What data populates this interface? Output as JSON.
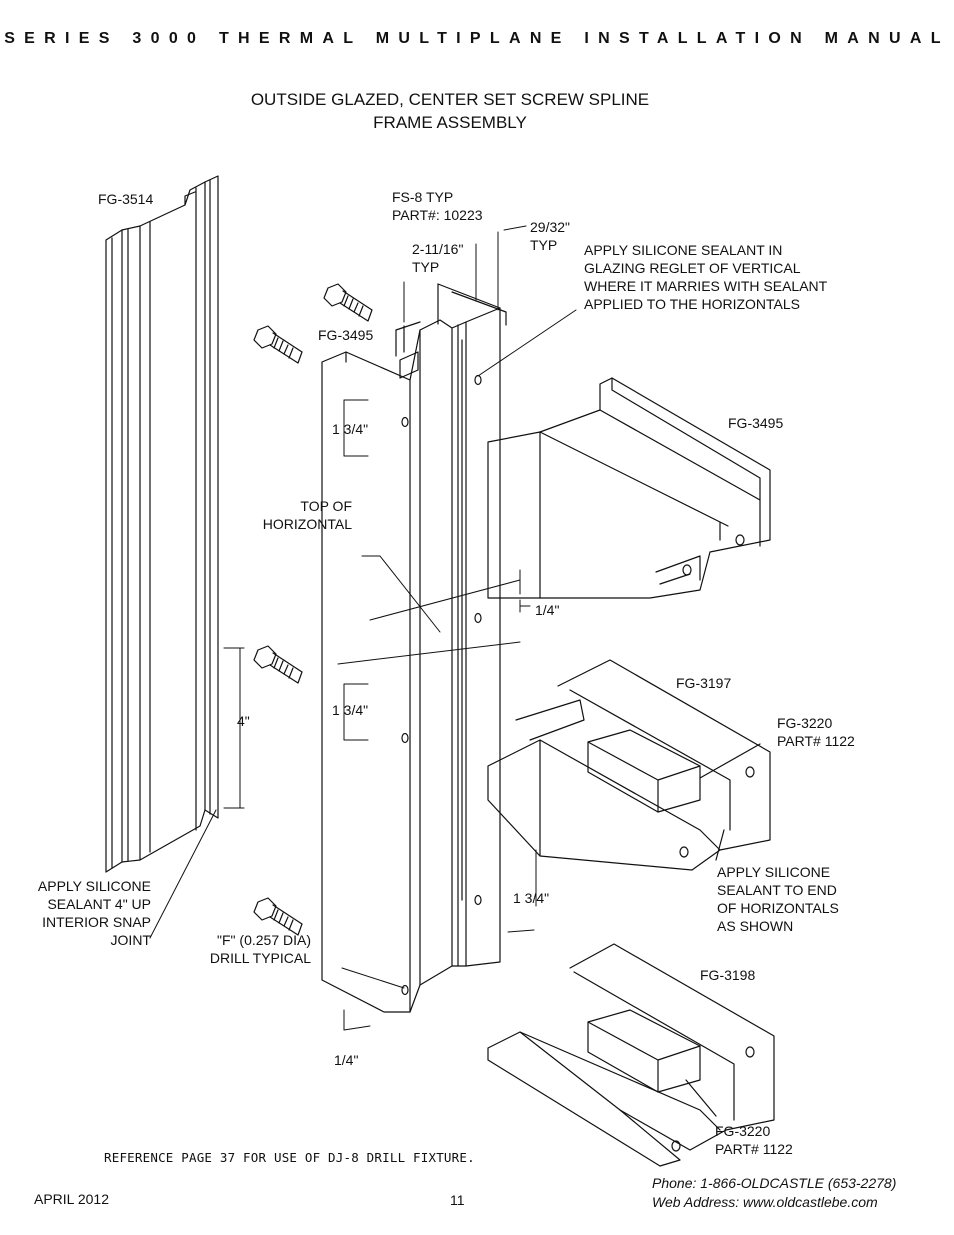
{
  "header": {
    "manual_title": "SERIES 3000 THERMAL MULTIPLANE INSTALLATION MANUAL"
  },
  "drawing": {
    "title_line1": "OUTSIDE GLAZED, CENTER SET SCREW SPLINE",
    "title_line2": "FRAME ASSEMBLY"
  },
  "labels": {
    "fg3514": "FG-3514",
    "fs8_line1": "FS-8 TYP",
    "fs8_line2": "PART#: 10223",
    "dim_2_11_16_line1": "2-11/16\"",
    "dim_2_11_16_line2": "TYP",
    "dim_29_32_line1": "29/32\"",
    "dim_29_32_line2": "TYP",
    "sealant_reglet_1": "APPLY SILICONE SEALANT IN",
    "sealant_reglet_2": "GLAZING REGLET OF VERTICAL",
    "sealant_reglet_3": "WHERE IT MARRIES WITH SEALANT",
    "sealant_reglet_4": "APPLIED TO THE HORIZONTALS",
    "fg3495_vertical": "FG-3495",
    "fg3495_horizontal": "FG-3495",
    "dim_1_3_4_top": "1 3/4\"",
    "top_of_horizontal_1": "TOP OF",
    "top_of_horizontal_2": "HORIZONTAL",
    "dim_1_4_right": "1/4\"",
    "fg3197": "FG-3197",
    "fg3220_a_line1": "FG-3220",
    "fg3220_a_line2": "PART# 1122",
    "dim_4": "4\"",
    "dim_1_3_4_mid": "1 3/4\"",
    "sealant_end_1": "APPLY SILICONE",
    "sealant_end_2": "SEALANT TO END",
    "sealant_end_3": "OF HORIZONTALS",
    "sealant_end_4": "AS SHOWN",
    "sealant_snap_1": "APPLY SILICONE",
    "sealant_snap_2": "SEALANT 4\" UP",
    "sealant_snap_3": "INTERIOR SNAP",
    "sealant_snap_4": "JOINT",
    "dim_1_3_4_low": "1 3/4\"",
    "drill_line1": "\"F\" (0.257 DIA)",
    "drill_line2": "DRILL TYPICAL",
    "fg3198": "FG-3198",
    "dim_1_4_bottom": "1/4\"",
    "fg3220_b_line1": "FG-3220",
    "fg3220_b_line2": "PART# 1122"
  },
  "reference_note": "REFERENCE PAGE 37 FOR USE OF DJ-8 DRILL FIXTURE.",
  "footer": {
    "date": "APRIL 2012",
    "page_number": "11",
    "phone": "Phone: 1-866-OLDCASTLE (653-2278)",
    "web": "Web Address: www.oldcastlebe.com"
  }
}
